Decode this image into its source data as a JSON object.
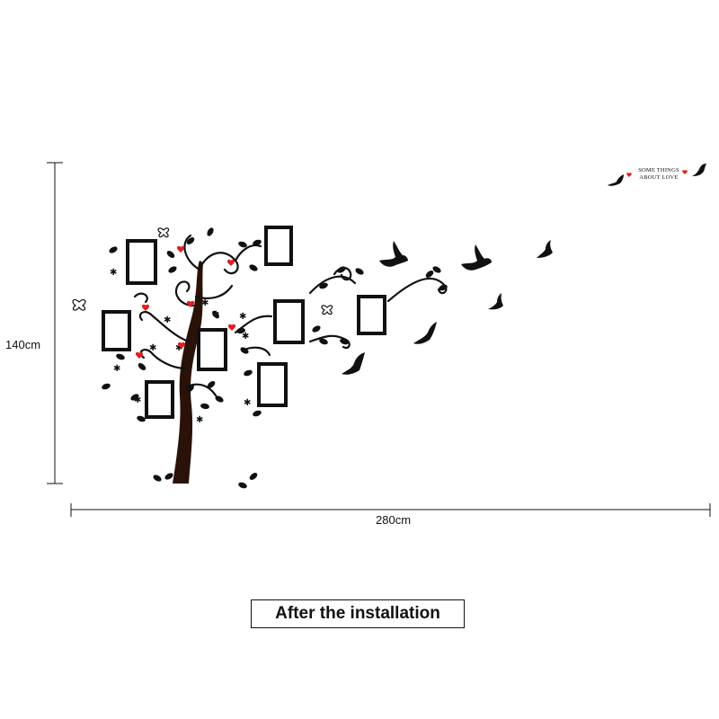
{
  "dimensions": {
    "height_label": "140cm",
    "width_label": "280cm"
  },
  "caption": "After the installation",
  "decal": {
    "slogan_line1": "SOME THINGS",
    "slogan_line2": "ABOUT LOVE",
    "colors": {
      "ink": "#111111",
      "trunk": "#2a1208",
      "heart": "#e02020"
    }
  }
}
